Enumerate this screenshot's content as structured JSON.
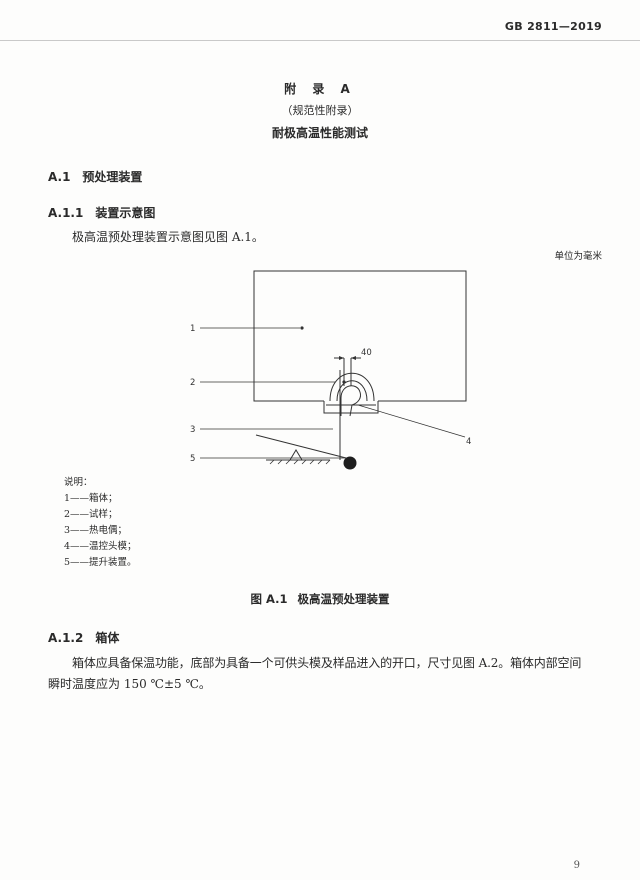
{
  "header": {
    "standard_code": "GB 2811—2019"
  },
  "annex": {
    "title": "附 录 A",
    "subtitle": "（规范性附录）",
    "name": "耐极高温性能测试"
  },
  "sections": {
    "a1": {
      "num": "A.1",
      "title": "预处理装置"
    },
    "a11": {
      "num": "A.1.1",
      "title": "装置示意图",
      "body": "极高温预处理装置示意图见图 A.1。"
    },
    "a12": {
      "num": "A.1.2",
      "title": "箱体",
      "body_line1": "箱体应具备保温功能，底部为具备一个可供头模及样品进入的开口，尺寸见图 A.2。箱体内部空间",
      "body_line2": "瞬时温度应为 150 ℃±5 ℃。"
    }
  },
  "figure": {
    "unit_note": "单位为毫米",
    "dimension_label": "40",
    "callouts": [
      "1",
      "2",
      "3",
      "4",
      "5"
    ],
    "legend_title": "说明：",
    "legend": [
      {
        "num": "1",
        "text": "箱体；"
      },
      {
        "num": "2",
        "text": "试样；"
      },
      {
        "num": "3",
        "text": "热电偶；"
      },
      {
        "num": "4",
        "text": "温控头模；"
      },
      {
        "num": "5",
        "text": "提升装置。"
      }
    ],
    "caption_num": "图 A.1",
    "caption_title": "极高温预处理装置"
  },
  "footer": {
    "page_number": "9"
  }
}
